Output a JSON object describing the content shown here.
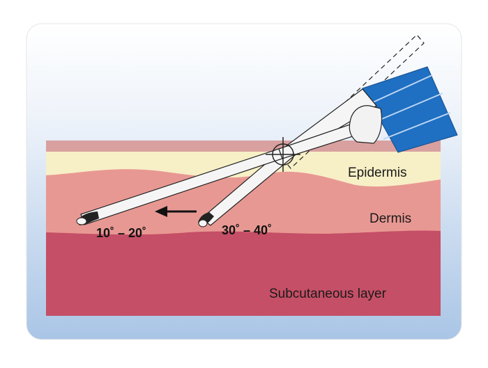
{
  "labels": {
    "epidermis": "Epidermis",
    "dermis": "Dermis",
    "subcutaneous": "Subcutaneous layer",
    "shallow_angle": "10˚ – 20˚",
    "steep_angle": "30˚ – 40˚"
  },
  "colors": {
    "background_top": "#ffffff",
    "background_bottom": "#a9c5e6",
    "surface_band": "#d9a0a0",
    "epidermis": "#f7efc6",
    "dermis": "#e89893",
    "subcutaneous": "#c54f66",
    "syringe_barrel": "#1f6fc2",
    "needle": "#f5f5f5",
    "outline": "#222222"
  },
  "icons": {
    "pivot": "crosshair-icon",
    "direction": "arrow-left-icon"
  }
}
